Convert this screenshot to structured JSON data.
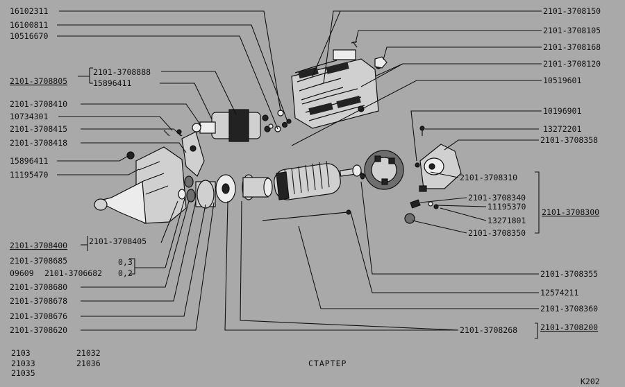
{
  "title": "СТАРТЕР",
  "code": "К202",
  "models": [
    "2103",
    "21033",
    "21035",
    "21032",
    "21036"
  ],
  "left_labels": [
    "16102311",
    "16100811",
    "10516670",
    "2101-3708805",
    "2101-3708888",
    "15896411",
    "2101-3708410",
    "10734301",
    "2101-3708415",
    "2101-3708418",
    "15896411",
    "11195470",
    "2101-3708400",
    "2101-3708405",
    "2101-3708685",
    "09609",
    "2101-3706682",
    "0,3",
    "0,2",
    "2101-3708680",
    "2101-3708678",
    "2101-3708676",
    "2101-3708620"
  ],
  "right_labels": [
    "2101-3708150",
    "2101-3708105",
    "2101-3708168",
    "2101-3708120",
    "10519601",
    "10196901",
    "13272201",
    "2101-3708358",
    "2101-3708310",
    "2101-3708340",
    "11195370",
    "13271801",
    "2101-3708350",
    "2101-3708300",
    "2101-3708355",
    "12574211",
    "2101-3708360",
    "2101-3708268",
    "2101-3708200"
  ]
}
